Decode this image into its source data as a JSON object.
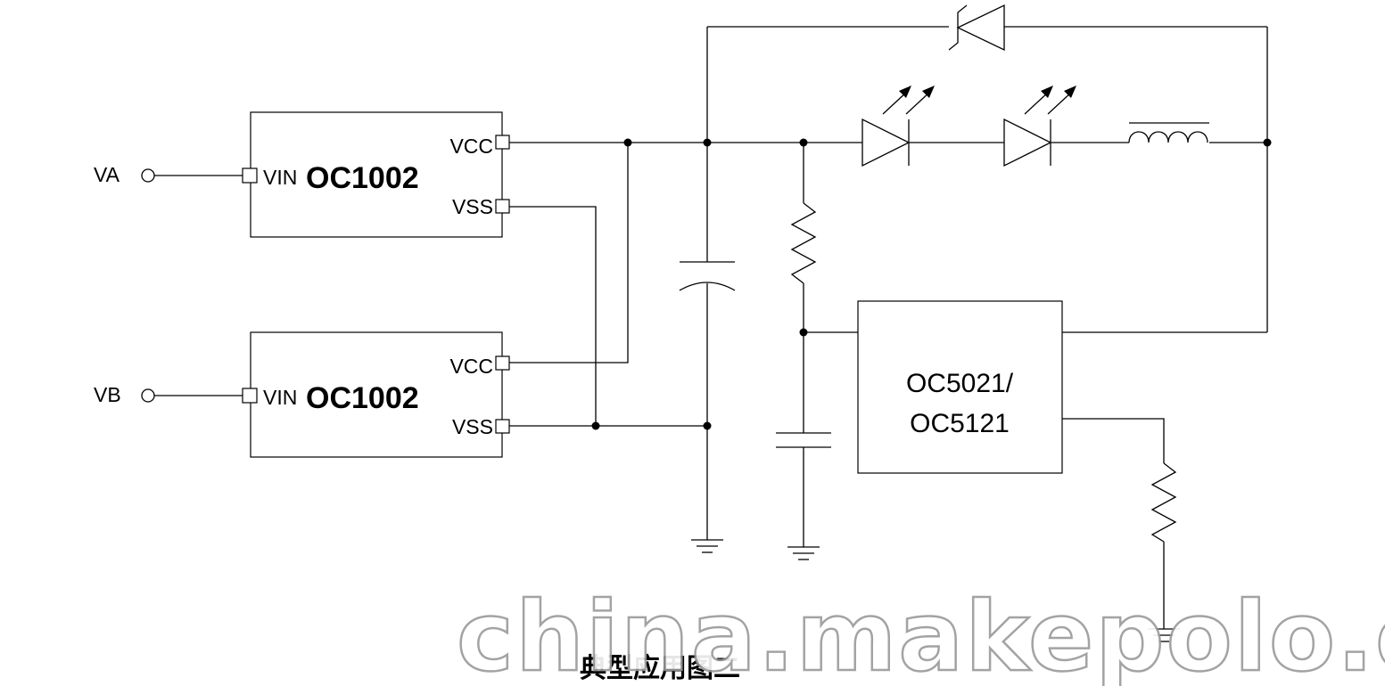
{
  "inputs": {
    "va": "VA",
    "vb": "VB"
  },
  "chip_top": {
    "name": "OC1002",
    "vin": "VIN",
    "vcc": "VCC",
    "vss": "VSS"
  },
  "chip_bottom": {
    "name": "OC1002",
    "vin": "VIN",
    "vcc": "VCC",
    "vss": "VSS"
  },
  "driver_ic": {
    "line1": "OC5021/",
    "line2": "OC5121"
  },
  "caption": "典型应用图二",
  "watermark": "china.makepolo.com",
  "components": {
    "zener": "zener-diode-icon",
    "leds": [
      "led-icon",
      "led-icon"
    ],
    "inductor": "inductor-icon",
    "resistors": [
      "resistor-icon",
      "resistor-icon"
    ],
    "capacitors": [
      "electrolytic-capacitor-icon",
      "capacitor-icon"
    ],
    "grounds": [
      "ground-icon",
      "ground-icon",
      "ground-icon"
    ]
  }
}
